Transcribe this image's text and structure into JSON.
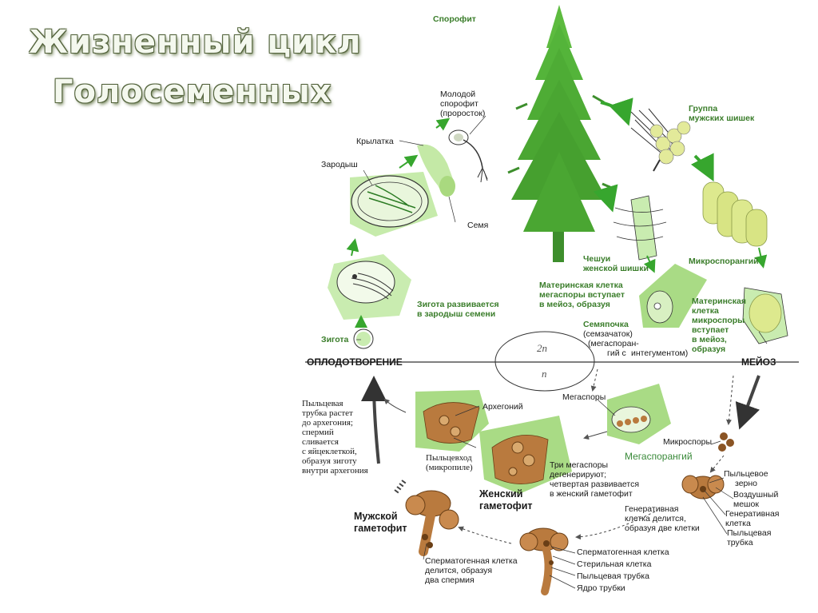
{
  "title": {
    "line1": "Жизненный цикл",
    "line2": "Голосеменных"
  },
  "labels": {
    "sporophyte": "Спорофит",
    "young_sporophyte_1": "Молодой",
    "young_sporophyte_2": "спорофит",
    "young_sporophyte_3": "(проросток)",
    "wing": "Крылатка",
    "embryo": "Зародыш",
    "seed": "Семя",
    "male_cones_1": "Группа",
    "male_cones_2": "мужских шишек",
    "female_scales_1": "Чешуи",
    "female_scales_2": "женской шишки",
    "microsporangium": "Микроспорангий",
    "megaspore_mother_1": "Материнская клетка",
    "megaspore_mother_2": "мегаспоры вступает",
    "megaspore_mother_3": "в мейоз, образуя",
    "microspore_mother_1": "Материнская",
    "microspore_mother_2": "клетка",
    "microspore_mother_3": "микроспоры",
    "microspore_mother_4": "вступает",
    "microspore_mother_5": "в мейоз,",
    "microspore_mother_6": "образуя",
    "zygote_develops_1": "Зигота развивается",
    "zygote_develops_2": "в зародыш семени",
    "zygote": "Зигота",
    "ovule_1": "Семяпочка",
    "ovule_2": "(семзачаток)",
    "ovule_3": "(мегаспоран-",
    "ovule_4": "гий с",
    "ovule_5": "интегументом)",
    "fertilization": "ОПЛОДОТВОРЕНИЕ",
    "meiosis": "МЕЙОЗ",
    "diploid": "2n",
    "haploid": "n",
    "pollen_tube_text_1": "Пыльцевая",
    "pollen_tube_text_2": "трубка растет",
    "pollen_tube_text_3": "до архегония;",
    "pollen_tube_text_4": "спермий",
    "pollen_tube_text_5": "сливается",
    "pollen_tube_text_6": "с яйцеклеткой,",
    "pollen_tube_text_7": "образуя зиготу",
    "pollen_tube_text_8": "внутри архегония",
    "archegonium": "Архегоний",
    "megaspores": "Мегаспоры",
    "micropyle_1": "Пыльцевход",
    "micropyle_2": "(микропиле)",
    "female_gametophyte_1": "Женский",
    "female_gametophyte_2": "гаметофит",
    "megasporangium": "Мегаспорангий",
    "microspores": "Микроспоры",
    "three_megaspores_1": "Три мегаспоры",
    "three_megaspores_2": "дегенерируют;",
    "three_megaspores_3": "четвертая развивается",
    "three_megaspores_4": "в женский гаметофит",
    "pollen_grain_1": "Пыльцевое",
    "pollen_grain_2": "зерно",
    "air_sac_1": "Воздушный",
    "air_sac_2": "мешок",
    "generative_cell_1": "Генеративная",
    "generative_cell_2": "клетка",
    "pollen_tube_1": "Пыльцевая",
    "pollen_tube_2": "трубка",
    "male_gametophyte_1": "Мужской",
    "male_gametophyte_2": "гаметофит",
    "generative_divides_1": "Генеративная",
    "generative_divides_2": "клетка делится,",
    "generative_divides_3": "образуя две клетки",
    "spermatogenous_divides_1": "Сперматогенная клетка",
    "spermatogenous_divides_2": "делится, образуя",
    "spermatogenous_divides_3": "два спермия",
    "spermatogenous_cell": "Сперматогенная клетка",
    "sterile_cell": "Стерильная клетка",
    "pollen_tube_label": "Пыльцевая трубка",
    "tube_nucleus": "Ядро трубки"
  },
  "colors": {
    "plant_green": "#8fd36a",
    "light_green": "#c9ecb0",
    "dark_green": "#2f8a24",
    "arrow_green": "#37a62e",
    "gametophyte_brown": "#b97a3e",
    "cone_yellow": "#e3ea9a"
  }
}
